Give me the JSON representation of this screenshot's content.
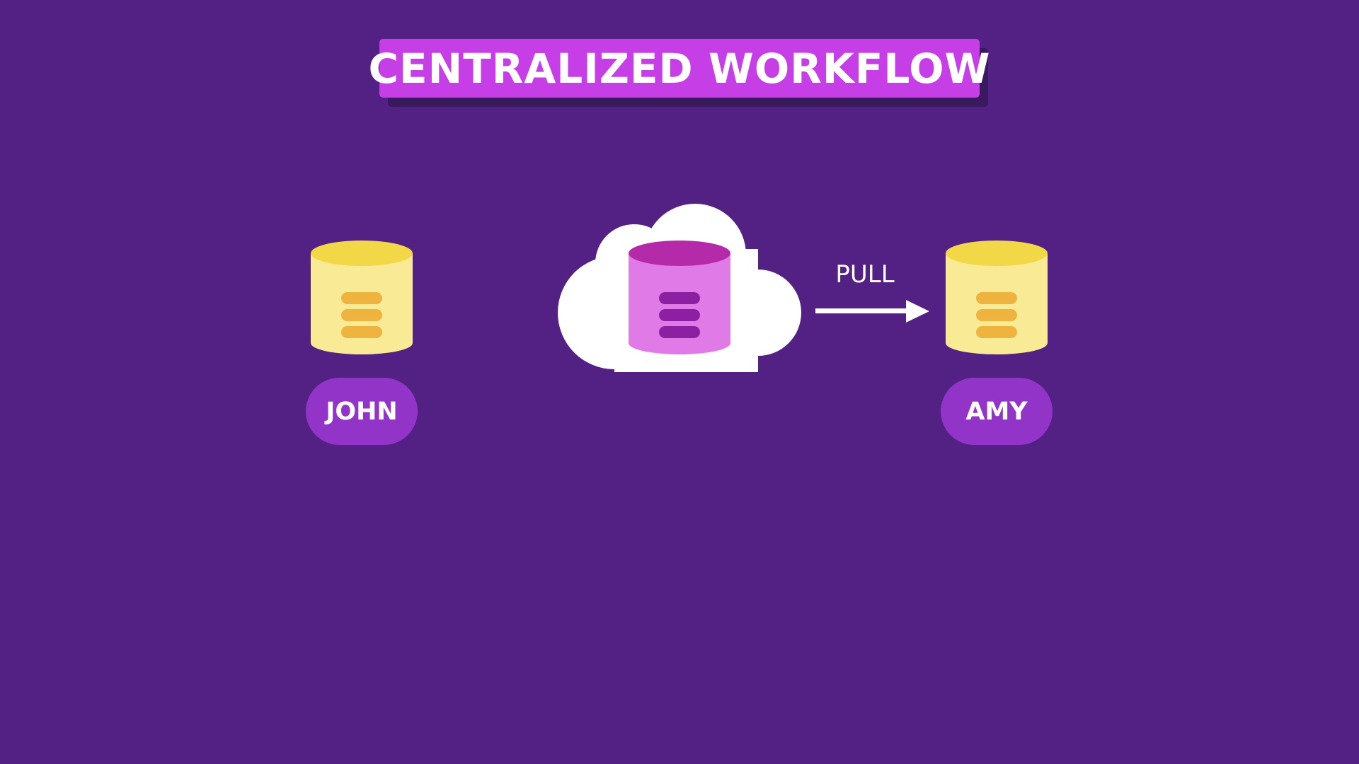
{
  "title": "CENTRALIZED WORKFLOW",
  "nodes": {
    "john": {
      "label": "JOHN",
      "icon": "database-icon"
    },
    "central": {
      "icon": "cloud-database-icon"
    },
    "amy": {
      "label": "AMY",
      "icon": "database-icon"
    }
  },
  "edge": {
    "label": "PULL",
    "from": "central",
    "to": "amy",
    "icon": "arrow-right-icon"
  },
  "colors": {
    "background": "#532184",
    "title_box": "#c63ee6",
    "local_db_body": "#f9ea96",
    "local_db_top": "#f2d847",
    "local_db_stripes": "#eeb43f",
    "central_db_body": "#e07ae6",
    "central_db_top": "#b52aa9",
    "central_db_stripes": "#8d1fa3",
    "name_pill": "#9334c8",
    "cloud": "#ffffff"
  }
}
